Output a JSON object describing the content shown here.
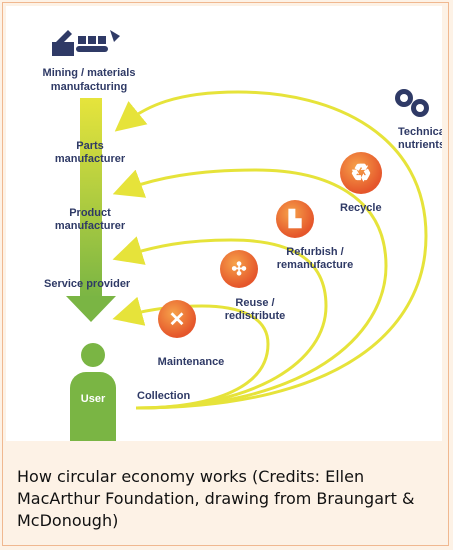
{
  "diagram": {
    "top_node": "Mining / materials manufacturing",
    "stages": [
      "Parts manufacturer",
      "Product manufacturer",
      "Service provider"
    ],
    "user": "User",
    "collection": "Collection",
    "loops": [
      "Maintenance",
      "Reuse / redistribute",
      "Refurbish / remanufacture",
      "Recycle"
    ],
    "technical_nutrients": "Technical nutrients"
  },
  "caption": "How circular economy works (Credits: Ellen MacArthur Foundation, drawing from Braungart & McDonough)",
  "colors": {
    "arrow_yellow": "#e8e33a",
    "green": "#7ab544",
    "orange": "#e8642e",
    "navy": "#2f3a66",
    "background": "#fdf2e6"
  },
  "icons": [
    "factory-conveyor-icon",
    "gears-icon",
    "recycle-icon",
    "factory-icon",
    "box-icon",
    "wrench-screwdriver-icon"
  ]
}
